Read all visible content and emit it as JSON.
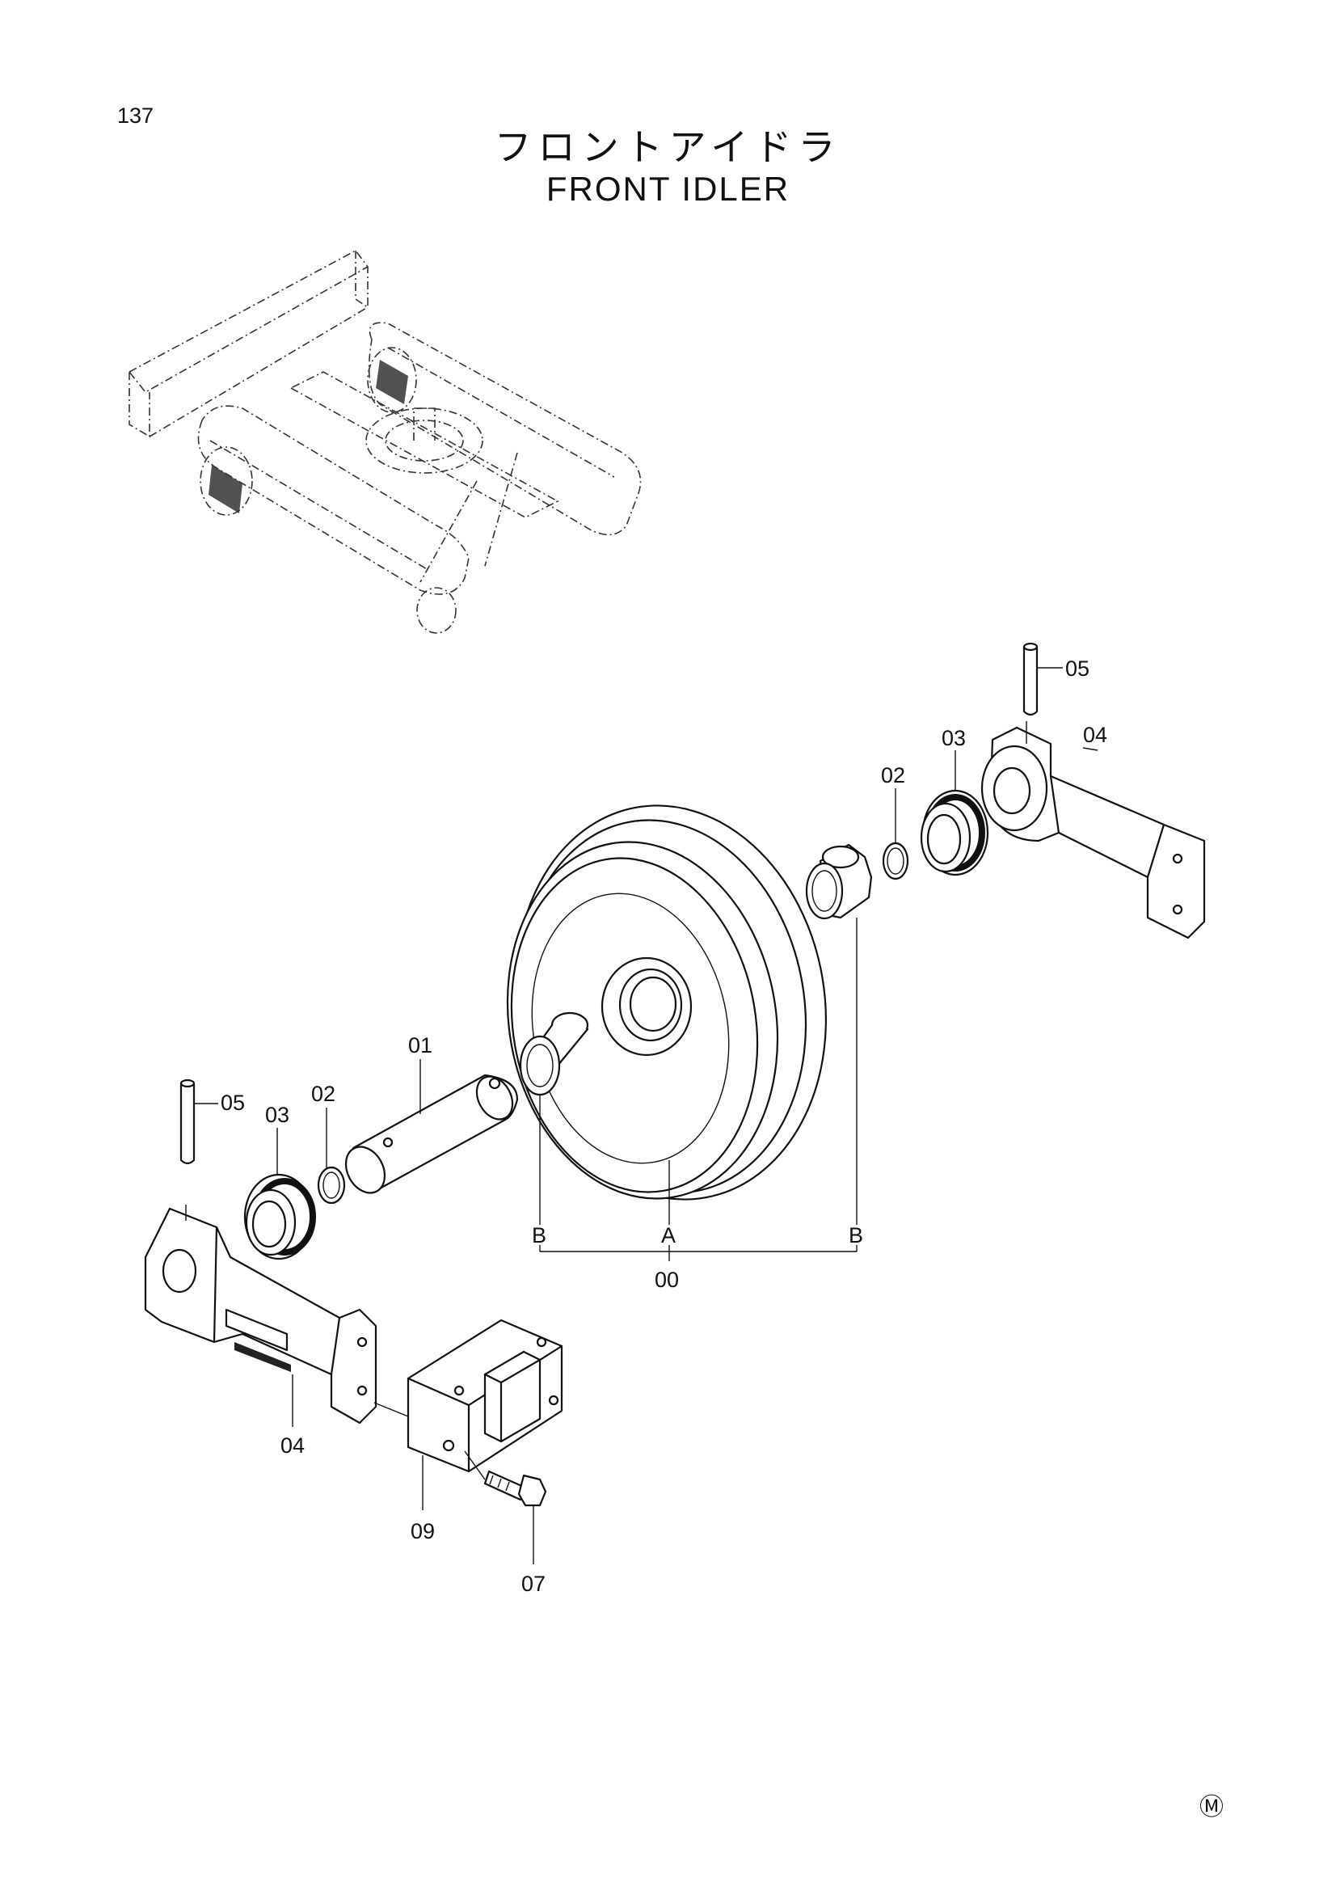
{
  "page": {
    "number": "137",
    "title_jp": "フロントアイドラ",
    "title_en": "FRONT IDLER",
    "mark": "Ⓜ"
  },
  "labels": {
    "r05": "05",
    "r03": "03",
    "r04": "04",
    "r02": "02",
    "l01": "01",
    "l05": "05",
    "l03": "03",
    "l02": "02",
    "bl": "B",
    "a": "A",
    "br": "B",
    "g00": "00",
    "l04": "04",
    "l09": "09",
    "l07": "07"
  }
}
